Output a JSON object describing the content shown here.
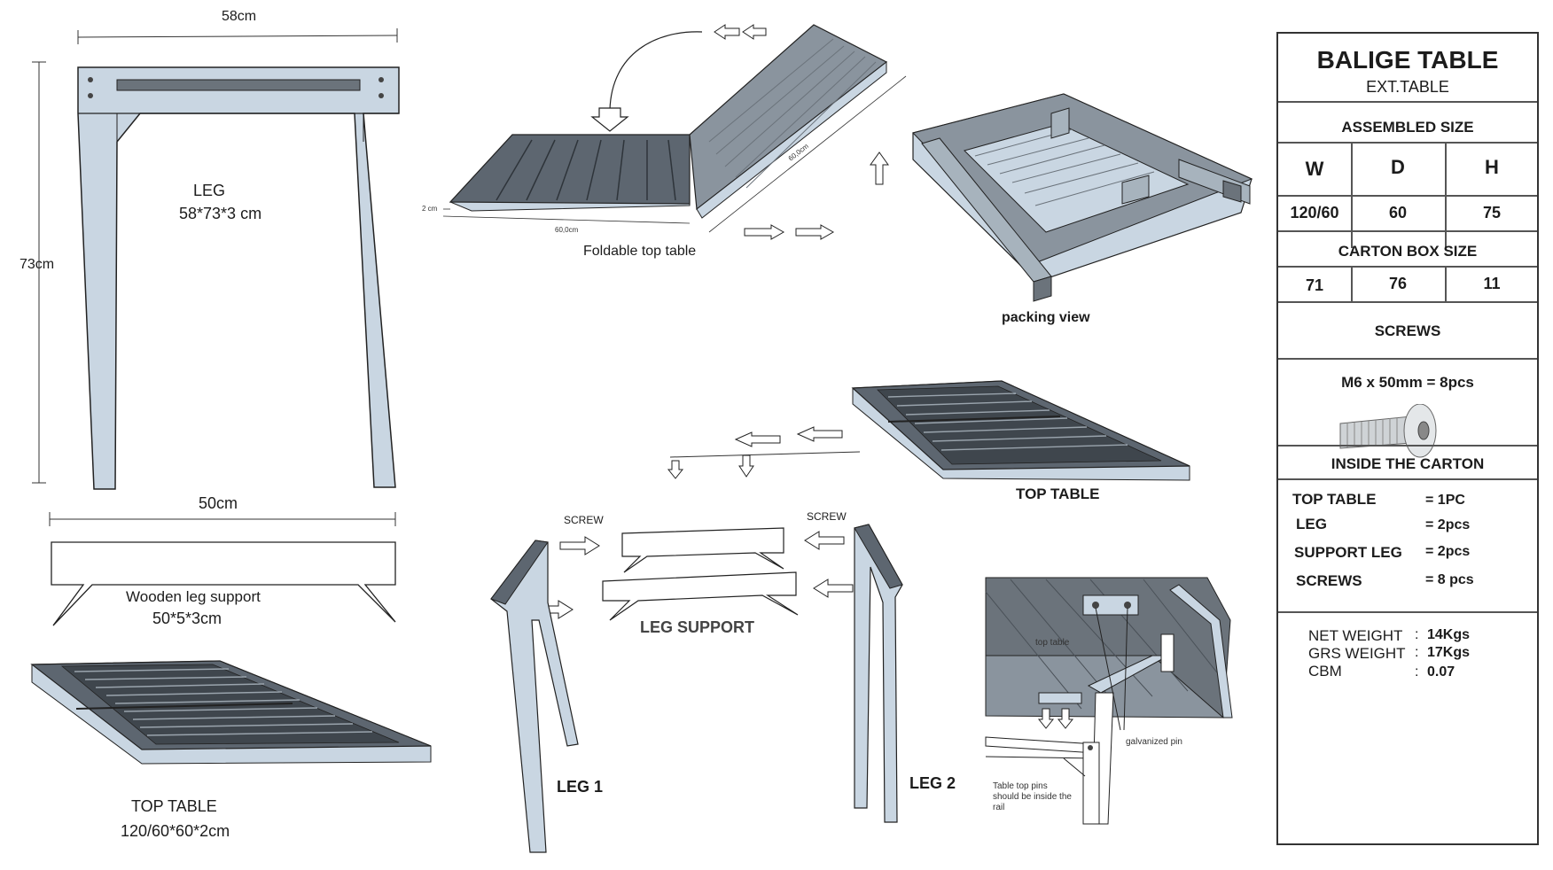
{
  "spec": {
    "title": "BALIGE TABLE",
    "subtitle": "EXT.TABLE",
    "assembled_size": {
      "heading": "ASSEMBLED SIZE",
      "headers": [
        "W",
        "D",
        "H"
      ],
      "values": [
        "120/60",
        "60",
        "75"
      ]
    },
    "carton_box_size": {
      "heading": "CARTON BOX SIZE",
      "values": [
        "71",
        "76",
        "11"
      ]
    },
    "screws": {
      "heading": "SCREWS",
      "spec": "M6 x 50mm  =  8pcs"
    },
    "inside_carton": {
      "heading": "INSIDE THE CARTON",
      "items": [
        {
          "name": "TOP TABLE",
          "qty": "=  1PC"
        },
        {
          "name": "LEG",
          "qty": "= 2pcs"
        },
        {
          "name": "SUPPORT LEG",
          "qty": "= 2pcs"
        },
        {
          "name": "SCREWS",
          "qty": "= 8 pcs"
        }
      ]
    },
    "weights": [
      {
        "label": "NET  WEIGHT",
        "sep": ":",
        "value": "14Kgs"
      },
      {
        "label": "GRS WEIGHT",
        "sep": ":",
        "value": "17Kgs"
      },
      {
        "label": "CBM",
        "sep": ":",
        "value": "0.07"
      }
    ]
  },
  "leg_view": {
    "width_dim": "58cm",
    "height_dim": "73cm",
    "label": "LEG",
    "size": "58*73*3 cm"
  },
  "support_view": {
    "width_dim": "50cm",
    "label": "Wooden leg support",
    "size": "50*5*3cm"
  },
  "top_table_view": {
    "label": "TOP TABLE",
    "size": "120/60*60*2cm"
  },
  "foldable_view": {
    "label": "Foldable top table",
    "dim_small": "2 cm",
    "dim_width": "60,0cm",
    "dim_length": "60,0cm"
  },
  "packing_view": {
    "label": "packing view"
  },
  "assembly": {
    "top_table": "TOP TABLE",
    "screw_left": "SCREW",
    "screw_right": "SCREW",
    "leg_support": "LEG SUPPORT",
    "leg1": "LEG 1",
    "leg2": "LEG 2"
  },
  "detail": {
    "top_table": "top table",
    "galvanized_pin": "galvanized pin",
    "note_line1": "Table top pins",
    "note_line2": "should be inside the",
    "note_line3": "rail"
  },
  "colors": {
    "wood_dark": "#5d6670",
    "wood_mid": "#8a949e",
    "wood_light": "#c9d6e2",
    "line": "#222222"
  }
}
